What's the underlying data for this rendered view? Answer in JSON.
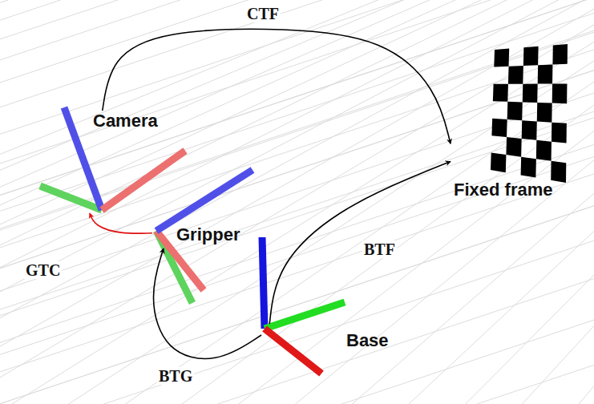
{
  "diagram": {
    "nodes": [
      {
        "text": [
          "Camera"
        ]
      },
      {
        "text": [
          "Fixed frame"
        ]
      },
      {
        "text": [
          "Gripper"
        ]
      },
      {
        "text": [
          "Base"
        ]
      }
    ],
    "edges": [
      {
        "from": 0,
        "to": 1,
        "label": "CTF",
        "arrow": "to"
      },
      {
        "from": 3,
        "to": 1,
        "label": "BTF",
        "arrow": "to"
      },
      {
        "from": 3,
        "to": 2,
        "label": "BTG",
        "arrow": "to"
      },
      {
        "from": 2,
        "to": 0,
        "label": "GTC",
        "arrow": "to"
      }
    ]
  }
}
